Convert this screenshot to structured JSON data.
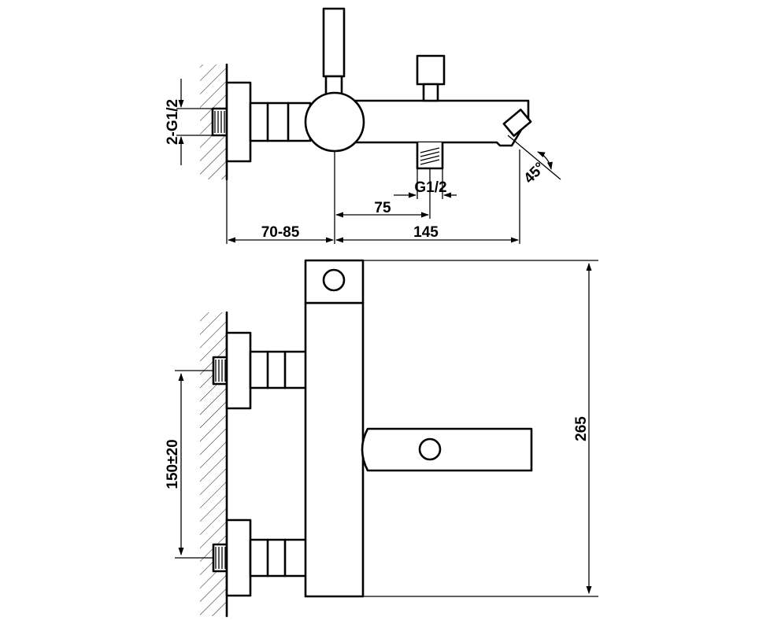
{
  "dimensions": {
    "inlet_thread": "2-G1/2",
    "outlet_thread": "G1/2",
    "outlet_offset": "75",
    "wall_distance": "70-85",
    "spout_reach": "145",
    "spout_angle": "45°",
    "inlet_spacing": "150±20",
    "overall_height": "265"
  }
}
